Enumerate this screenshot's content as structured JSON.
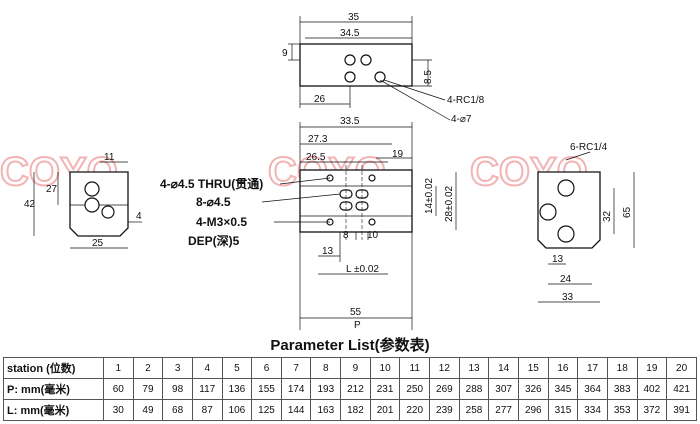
{
  "watermark": "COYO",
  "top_view": {
    "d35": "35",
    "d34_5": "34.5",
    "d9": "9",
    "d26": "26",
    "d8_5": "8.5",
    "rc18": "4-RC1/8",
    "phi7": "4-⌀7"
  },
  "side_left": {
    "d11": "11",
    "d27": "27",
    "d42": "42",
    "d4": "4",
    "d25": "25"
  },
  "front_view": {
    "d33_5": "33.5",
    "d27_3": "27.3",
    "d26_5": "26.5",
    "d19": "19",
    "tol_small": "±0.02",
    "d14": "14±0.02",
    "d28": "28±0.02",
    "n1": "4-⌀4.5 THRU(贯通)",
    "n2": "8-⌀4.5",
    "n3": "4-M3×0.5",
    "n4": "DEP(深)5",
    "d13": "13",
    "d8": "8",
    "d10": "10",
    "dL": "L",
    "d55": "55",
    "dP": "P"
  },
  "side_right": {
    "rc14": "6-RC1/4",
    "d32": "32",
    "d65": "65",
    "d13": "13",
    "d24": "24",
    "d33": "33"
  },
  "parameter_list": {
    "title": "Parameter List(参数表)",
    "header_label": "station (位数)",
    "stations": [
      "1",
      "2",
      "3",
      "4",
      "5",
      "6",
      "7",
      "8",
      "9",
      "10",
      "11",
      "12",
      "13",
      "14",
      "15",
      "16",
      "17",
      "18",
      "19",
      "20"
    ],
    "rows": [
      {
        "label": "P: mm(毫米)",
        "values": [
          "60",
          "79",
          "98",
          "117",
          "136",
          "155",
          "174",
          "193",
          "212",
          "231",
          "250",
          "269",
          "288",
          "307",
          "326",
          "345",
          "364",
          "383",
          "402",
          "421"
        ]
      },
      {
        "label": "L: mm(毫米)",
        "values": [
          "30",
          "49",
          "68",
          "87",
          "106",
          "125",
          "144",
          "163",
          "182",
          "201",
          "220",
          "239",
          "258",
          "277",
          "296",
          "315",
          "334",
          "353",
          "372",
          "391"
        ]
      }
    ]
  }
}
